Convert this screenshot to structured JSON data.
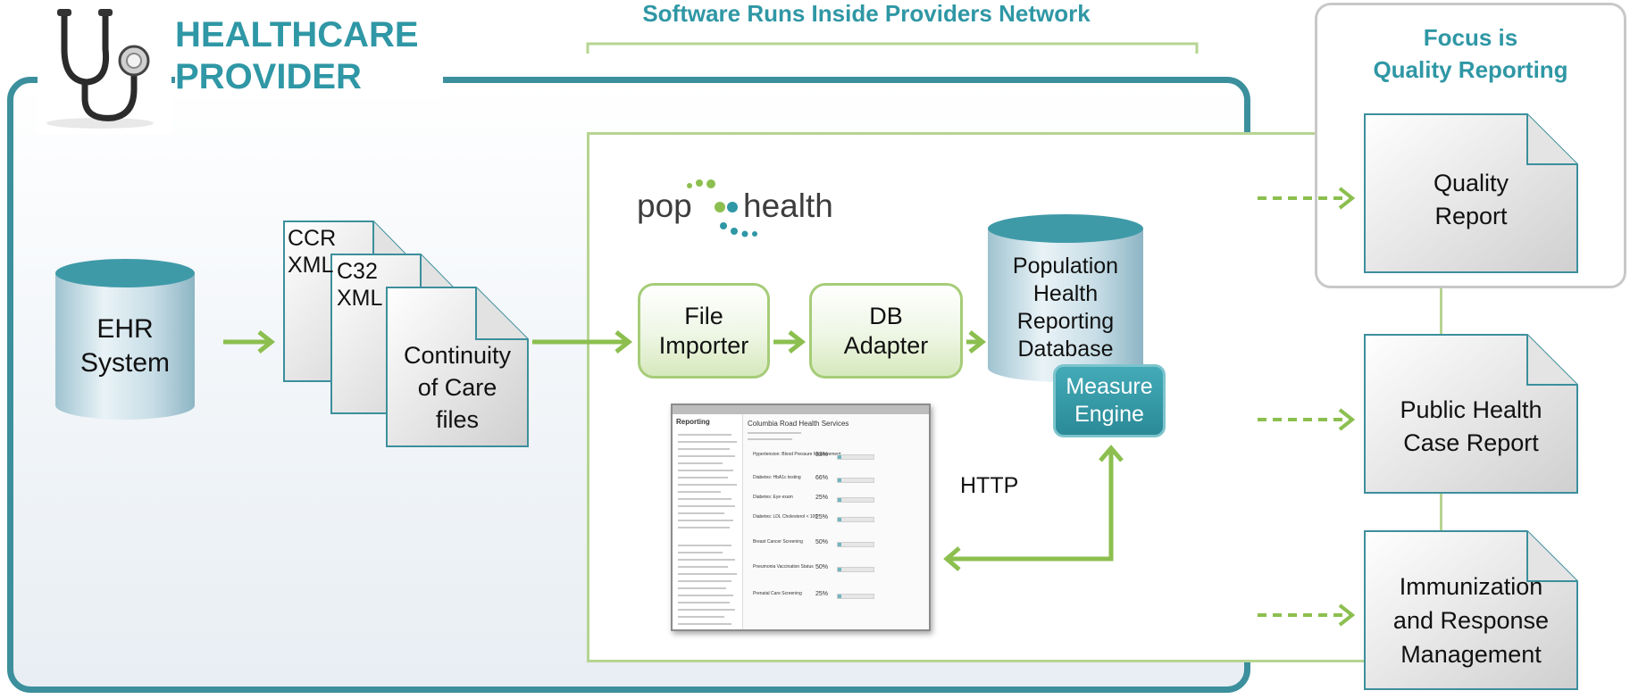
{
  "provider": {
    "title_line1": "HEALTHCARE",
    "title_line2": "PROVIDER"
  },
  "network_label": "Software Runs Inside Providers Network",
  "focus": {
    "line1": "Focus is",
    "line2": "Quality Reporting"
  },
  "ehr": {
    "line1": "EHR",
    "line2": "System"
  },
  "docs": {
    "ccr_line1": "CCR",
    "ccr_line2": "XML",
    "c32_line1": "C32",
    "c32_line2": "XML",
    "ccd_line1": "Continuity",
    "ccd_line2": "of Care",
    "ccd_line3": "files"
  },
  "logo": {
    "left": "pop",
    "right": "health"
  },
  "file_importer": {
    "line1": "File",
    "line2": "Importer"
  },
  "db_adapter": {
    "line1": "DB",
    "line2": "Adapter"
  },
  "database": {
    "line1": "Population",
    "line2": "Health",
    "line3": "Reporting",
    "line4": "Database"
  },
  "measure_engine": {
    "line1": "Measure",
    "line2": "Engine"
  },
  "http_label": "HTTP",
  "outputs": {
    "quality": {
      "line1": "Quality",
      "line2": "Report"
    },
    "public_health": {
      "line1": "Public Health",
      "line2": "Case Report"
    },
    "immunization": {
      "line1": "Immunization",
      "line2": "and Response",
      "line3": "Management"
    }
  },
  "screenshot": {
    "sidebar_title": "Reporting",
    "main_title": "Columbia Road Health Services",
    "rows": [
      {
        "label": "Hypertension: Blood Pressure Measurement",
        "pct": "33%"
      },
      {
        "label": "Diabetes: HbA1c testing",
        "pct": "66%"
      },
      {
        "label": "Diabetes: Eye exam",
        "pct": "25%"
      },
      {
        "label": "Diabetes: LDL Cholesterol < 100",
        "pct": "25%"
      },
      {
        "label": "Breast Cancer Screening",
        "pct": "50%"
      },
      {
        "label": "Pneumonia Vaccination Status",
        "pct": "50%"
      },
      {
        "label": "Prenatal Care Screening",
        "pct": "25%"
      }
    ]
  },
  "colors": {
    "teal": "#2f97a5",
    "green": "#8cbf4f",
    "border_teal": "#3c8f9c",
    "light_green": "#b6d492"
  },
  "icons": [
    "stethoscope-icon",
    "arrow-right-icon",
    "dashed-arrow-icon",
    "document-icon",
    "database-cylinder-icon"
  ]
}
